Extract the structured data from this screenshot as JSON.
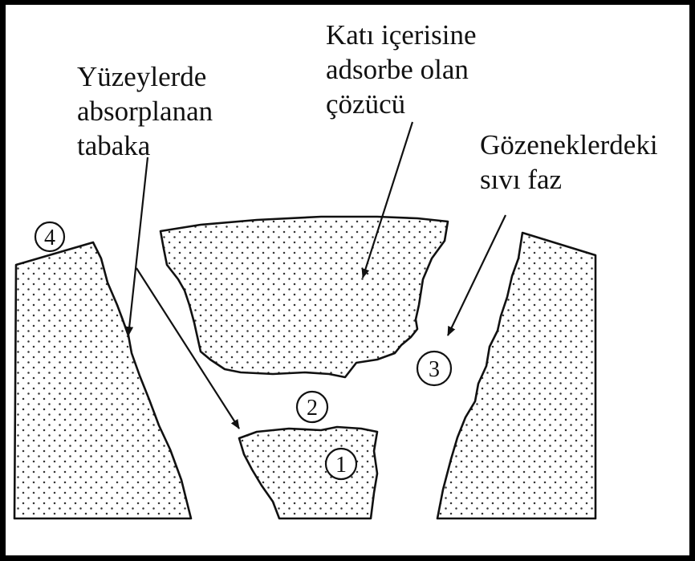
{
  "labels": {
    "solvent_line1": "Katı içerisine",
    "solvent_line2": "adsorbe olan",
    "solvent_line3": "çözücü",
    "surface_line1": "Yüzeylerde",
    "surface_line2": "absorplanan",
    "surface_line3": "tabaka",
    "pore_line1": "Gözeneklerdeki",
    "pore_line2": "sıvı faz"
  },
  "markers": {
    "m1": "1",
    "m2": "2",
    "m3": "3",
    "m4": "4"
  }
}
